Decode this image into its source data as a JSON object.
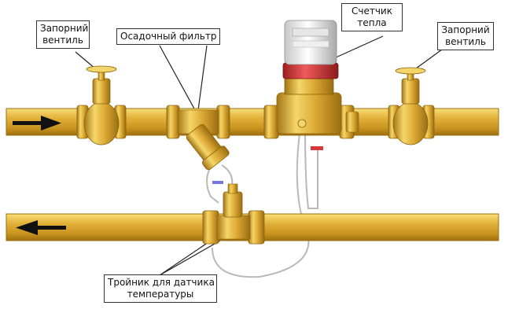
{
  "labels": {
    "left_valve": {
      "line1": "Запорний",
      "line2": "вентиль"
    },
    "filter": {
      "line1": "Осадочный фильтр"
    },
    "meter": {
      "line1": "Счетчик",
      "line2": "тепла"
    },
    "right_valve": {
      "line1": "Запорний",
      "line2": "вентиль"
    },
    "tee": {
      "line1": "Тройник для датчика",
      "line2": "температуры"
    }
  },
  "colors": {
    "brass": "#d9a830",
    "brass_light": "#f6dc6a",
    "brass_dark": "#a87a14",
    "meter_red": "#d8383a",
    "arrow": "#111111",
    "cable": "#b9b9b9"
  },
  "icons": {
    "supply_arrow": "arrow-right-icon",
    "return_arrow": "arrow-left-icon"
  }
}
